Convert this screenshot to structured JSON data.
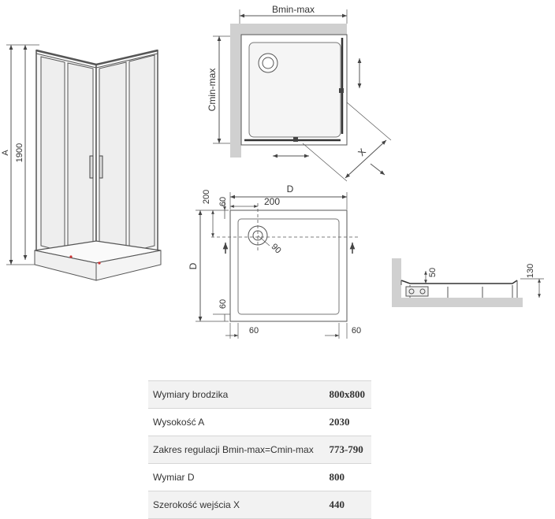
{
  "diagram": {
    "labels": {
      "height_a": "A",
      "height_1900": "1900",
      "bmin_max": "Bmin-max",
      "cmin_max": "Cmin-max",
      "entry_x": "X",
      "tray_d_top": "D",
      "tray_d_side": "D",
      "dim_200_horizontal": "200",
      "dim_200_vertical": "200",
      "dim_60_top": "60",
      "dim_60_left": "60",
      "dim_60_bottom": "60",
      "dim_60_right": "60",
      "drain_90": "90",
      "profile_50": "50",
      "profile_130": "130"
    }
  },
  "specs": {
    "rows": [
      {
        "label": "Wymiary brodzika",
        "value": "800x800"
      },
      {
        "label": "Wysokość A",
        "value": "2030"
      },
      {
        "label": "Zakres regulacji Bmin-max=Cmin-max",
        "value": "773-790"
      },
      {
        "label": "Wymiar D",
        "value": "800"
      },
      {
        "label": "Szerokość wejścia X",
        "value": "440"
      }
    ]
  }
}
